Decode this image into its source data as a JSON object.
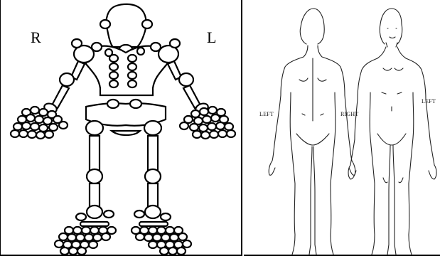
{
  "skeleton_panel": {
    "right_side_label": "R",
    "left_side_label": "L"
  },
  "outline_panel": {
    "back_view_left_label": "LEFT",
    "back_view_right_label": "RIGHT",
    "front_view_left_label": "LEFT"
  }
}
